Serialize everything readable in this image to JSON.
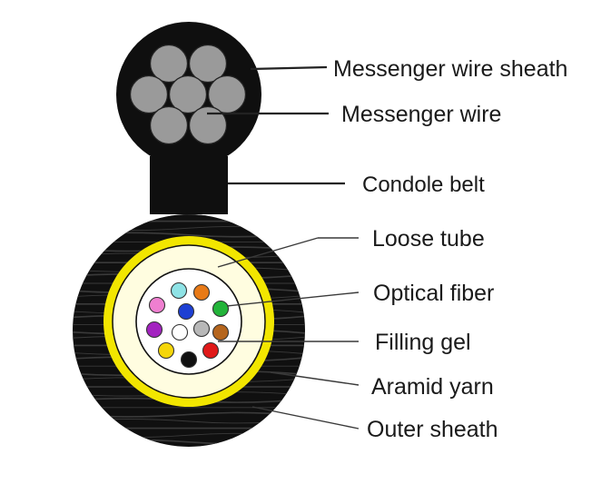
{
  "diagram": {
    "labels": {
      "messenger_wire_sheath": "Messenger wire sheath",
      "messenger_wire": "Messenger wire",
      "condole_belt": "Condole belt",
      "loose_tube": "Loose tube",
      "optical_fiber": "Optical fiber",
      "filling_gel": "Filling gel",
      "aramid_yarn": "Aramid yarn",
      "outer_sheath": "Outer sheath"
    },
    "colors": {
      "sheath": "#0f0f0f",
      "outer_sheath_texture": "#3a3a3a",
      "messenger_strand": "#9a9a9a",
      "aramid_yarn": "#f2e600",
      "loose_tube_ring": "#fffde0",
      "filling_gel": "#ffffff"
    },
    "fiber_colors": [
      {
        "name": "pink",
        "color": "#ef7fd0"
      },
      {
        "name": "aqua",
        "color": "#8fe3e6"
      },
      {
        "name": "orange",
        "color": "#e87a17"
      },
      {
        "name": "violet",
        "color": "#a323c0"
      },
      {
        "name": "blue",
        "color": "#1d3fd3"
      },
      {
        "name": "green",
        "color": "#23b43a"
      },
      {
        "name": "white",
        "color": "#ffffff"
      },
      {
        "name": "grey",
        "color": "#b8b8b8"
      },
      {
        "name": "brown",
        "color": "#b5651d"
      },
      {
        "name": "yellow",
        "color": "#f5d60a"
      },
      {
        "name": "black",
        "color": "#111111"
      },
      {
        "name": "red",
        "color": "#e01919"
      }
    ]
  }
}
